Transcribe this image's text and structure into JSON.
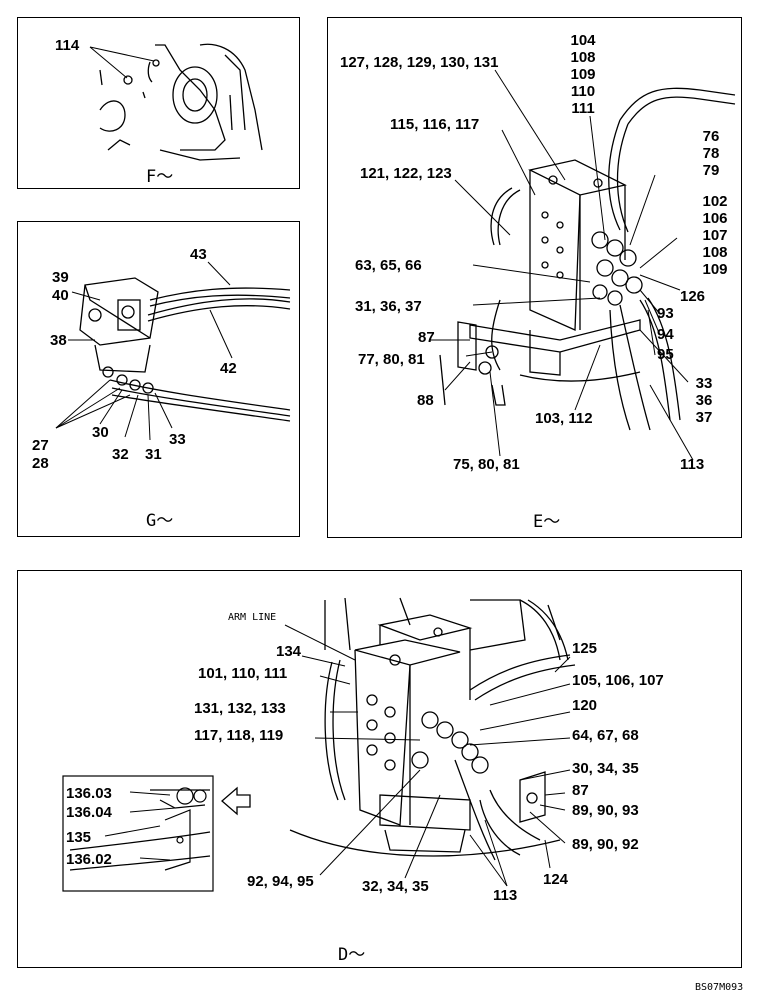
{
  "panel_f": {
    "view_label": "F～",
    "callouts": [
      "114"
    ]
  },
  "panel_g": {
    "view_label": "G～",
    "callouts": {
      "c43": "43",
      "c39": "39",
      "c40": "40",
      "c38": "38",
      "c42": "42",
      "c27": "27",
      "c28": "28",
      "c30": "30",
      "c32": "32",
      "c31": "31",
      "c33": "33"
    }
  },
  "panel_e": {
    "view_label": "E～",
    "callouts": {
      "top_stack": [
        "104",
        "108",
        "109",
        "110",
        "111"
      ],
      "c127": "127, 128, 129, 130, 131",
      "c115": "115, 116, 117",
      "c121": "121, 122, 123",
      "c63": "63, 65, 66",
      "c31": "31, 36, 37",
      "c87": "87",
      "c77": "77, 80, 81",
      "c88": "88",
      "c103": "103, 112",
      "c75": "75, 80, 81",
      "right_stack_a": [
        "76",
        "78",
        "79"
      ],
      "right_stack_b": [
        "102",
        "106",
        "107",
        "108",
        "109"
      ],
      "c126": "126",
      "c93": "93",
      "c94": "94",
      "c95": "95",
      "right_stack_c": [
        "33",
        "36",
        "37"
      ],
      "c113": "113"
    }
  },
  "panel_d": {
    "view_label": "D～",
    "arm_line": "ARM LINE",
    "callouts": {
      "c134": "134",
      "c101": "101, 110, 111",
      "c131": "131, 132, 133",
      "c117": "117, 118, 119",
      "c125": "125",
      "c105": "105, 106, 107",
      "c120": "120",
      "c64": "64, 67, 68",
      "c30": "30, 34, 35",
      "c87": "87",
      "c89a": "89, 90, 93",
      "c89b": "89, 90, 92",
      "c124": "124",
      "c92": "92, 94, 95",
      "c32": "32, 34, 35",
      "c113": "113"
    },
    "inset": {
      "c13603": "136.03",
      "c13604": "136.04",
      "c135": "135",
      "c13602": "136.02"
    }
  },
  "footer_code": "BS07M093"
}
